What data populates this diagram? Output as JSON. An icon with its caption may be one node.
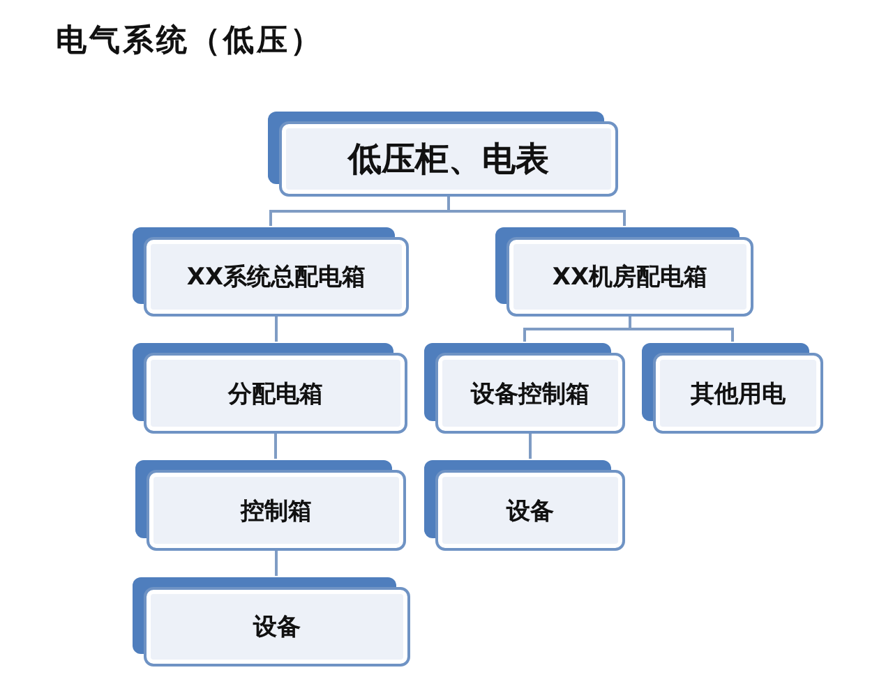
{
  "diagram": {
    "title": "电气系统（低压）",
    "nodes": [
      {
        "text": [
          "低压柜、电表"
        ]
      },
      {
        "text": [
          "XX系统总配电箱"
        ]
      },
      {
        "text": [
          "XX机房配电箱"
        ]
      },
      {
        "text": [
          "分配电箱"
        ]
      },
      {
        "text": [
          "控制箱"
        ]
      },
      {
        "text": [
          "设备"
        ]
      },
      {
        "text": [
          "设备控制箱"
        ]
      },
      {
        "text": [
          "其他用电"
        ]
      },
      {
        "text": [
          "设备"
        ]
      }
    ],
    "edges": [
      {
        "from": 0,
        "to": 1,
        "arrow": "none"
      },
      {
        "from": 0,
        "to": 2,
        "arrow": "none"
      },
      {
        "from": 1,
        "to": 3,
        "arrow": "none"
      },
      {
        "from": 3,
        "to": 4,
        "arrow": "none"
      },
      {
        "from": 4,
        "to": 5,
        "arrow": "none"
      },
      {
        "from": 2,
        "to": 6,
        "arrow": "none"
      },
      {
        "from": 2,
        "to": 7,
        "arrow": "none"
      },
      {
        "from": 6,
        "to": 8,
        "arrow": "none"
      }
    ]
  }
}
